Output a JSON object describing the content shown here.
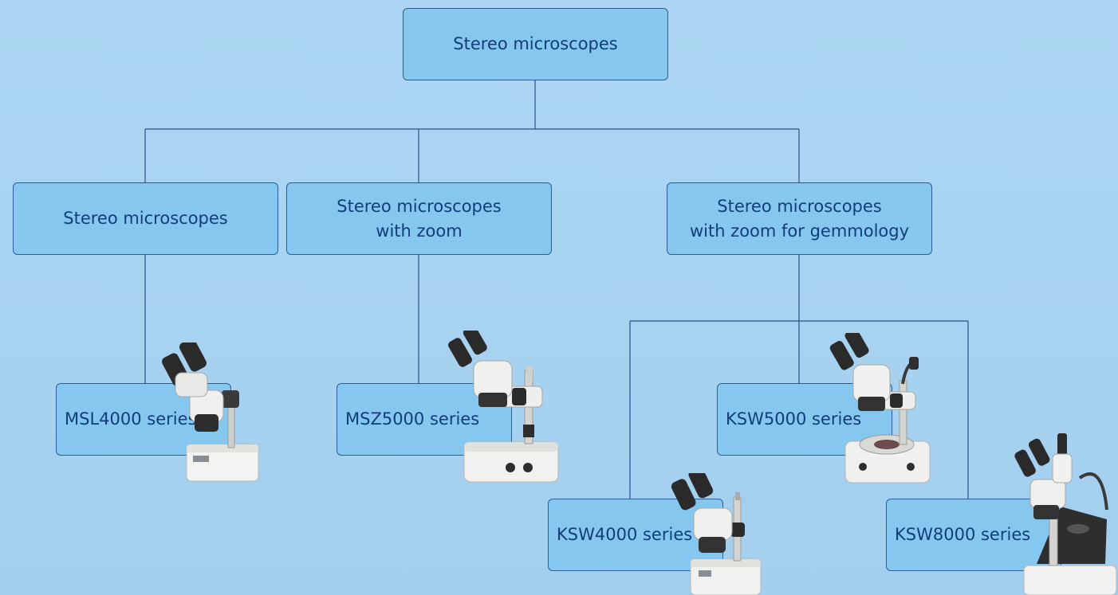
{
  "diagram": {
    "root": {
      "label": "Stereo microscopes"
    },
    "categories": [
      {
        "label": "Stereo microscopes"
      },
      {
        "label": "Stereo microscopes\nwith zoom"
      },
      {
        "label": "Stereo microscopes\nwith zoom for gemmology"
      }
    ],
    "series": [
      {
        "label": "MSL4000 series"
      },
      {
        "label": "MSZ5000 series"
      },
      {
        "label": "KSW5000 series"
      },
      {
        "label": "KSW4000 series"
      },
      {
        "label": "KSW8000 series"
      }
    ],
    "colors": {
      "background": "#a8d2f0",
      "node_fill": "#86c7ef",
      "node_border": "#2a5d9a",
      "text": "#123d7a",
      "connector": "#2a4f86"
    }
  }
}
